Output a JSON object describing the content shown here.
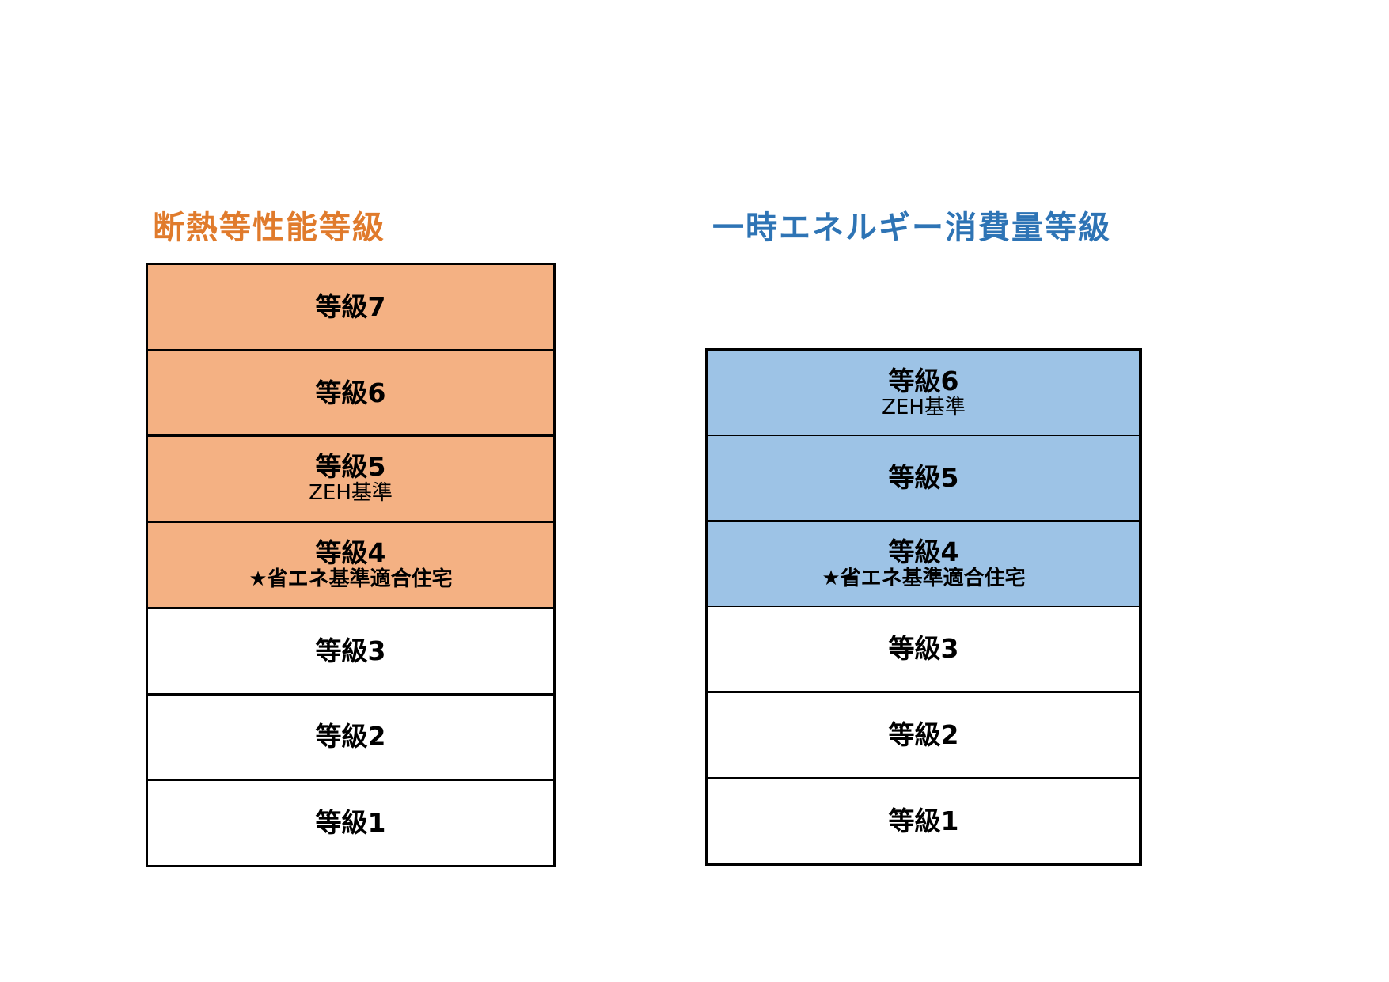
{
  "colors": {
    "left_heading": "#E07B2C",
    "right_heading": "#2E74B5",
    "left_fill": "#F4B183",
    "right_fill": "#9DC3E6",
    "unfilled": "#FFFFFF"
  },
  "left": {
    "title": "断熱等性能等級",
    "levels": [
      {
        "label": "等級7",
        "sub": "",
        "filled": true
      },
      {
        "label": "等級6",
        "sub": "",
        "filled": true
      },
      {
        "label": "等級5",
        "sub": "ZEH基準",
        "filled": true
      },
      {
        "label": "等級4",
        "sub": "★省エネ基準適合住宅",
        "filled": true
      },
      {
        "label": "等級3",
        "sub": "",
        "filled": false
      },
      {
        "label": "等級2",
        "sub": "",
        "filled": false
      },
      {
        "label": "等級1",
        "sub": "",
        "filled": false
      }
    ]
  },
  "right": {
    "title": "一時エネルギー消費量等級",
    "levels": [
      {
        "label": "等級6",
        "sub": "ZEH基準",
        "filled": true
      },
      {
        "label": "等級5",
        "sub": "",
        "filled": true
      },
      {
        "label": "等級4",
        "sub": "★省エネ基準適合住宅",
        "filled": true
      },
      {
        "label": "等級3",
        "sub": "",
        "filled": false
      },
      {
        "label": "等級2",
        "sub": "",
        "filled": false
      },
      {
        "label": "等級1",
        "sub": "",
        "filled": false
      }
    ]
  }
}
